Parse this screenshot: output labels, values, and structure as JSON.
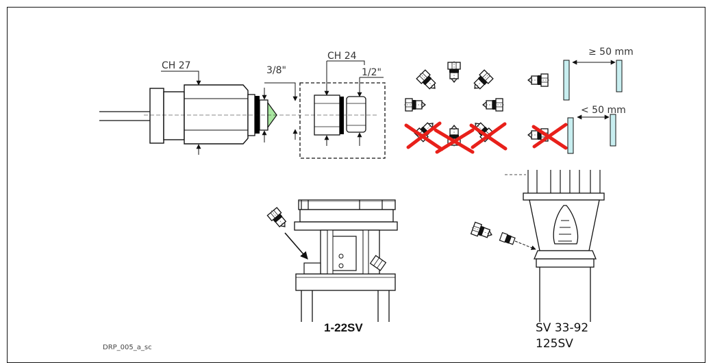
{
  "labels": {
    "ch27": "CH 27",
    "ch24": "CH 24",
    "thread_3_8": "3/8\"",
    "thread_1_2": "1/2\"",
    "gap_ok": "≥ 50 mm",
    "gap_bad": "< 50 mm",
    "model_small": "1-22SV",
    "model_large_1": "SV 33-92",
    "model_large_2": "125SV",
    "drawing_code": "DRP_005_a_sc"
  },
  "colors": {
    "line": "#111111",
    "gasket": "#000000",
    "cone": "#a8e6a0",
    "wall": "#c8eef0",
    "cross": "#e8201a"
  }
}
